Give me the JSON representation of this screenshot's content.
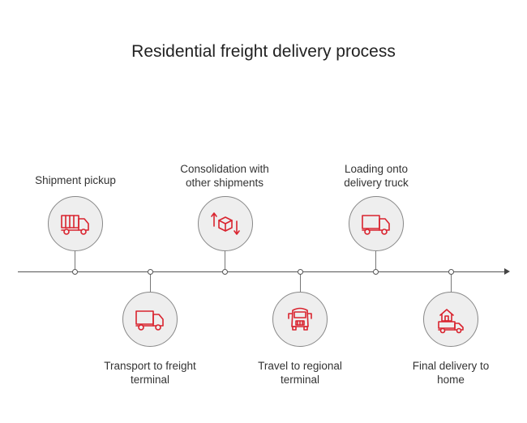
{
  "title": "Residential freight delivery process",
  "accent_color": "#d9232e",
  "steps": [
    {
      "lines": [
        "Shipment pickup"
      ],
      "icon": "box-truck-icon",
      "position": "above"
    },
    {
      "lines": [
        "Transport to freight",
        "terminal"
      ],
      "icon": "delivery-truck-icon",
      "position": "below"
    },
    {
      "lines": [
        "Consolidation with",
        "other shipments"
      ],
      "icon": "package-arrows-icon",
      "position": "above"
    },
    {
      "lines": [
        "Travel to regional",
        "terminal"
      ],
      "icon": "semi-truck-front-icon",
      "position": "below"
    },
    {
      "lines": [
        "Loading onto",
        "delivery truck"
      ],
      "icon": "delivery-truck-icon",
      "position": "above"
    },
    {
      "lines": [
        "Final delivery to",
        "home"
      ],
      "icon": "home-truck-icon",
      "position": "below"
    }
  ]
}
